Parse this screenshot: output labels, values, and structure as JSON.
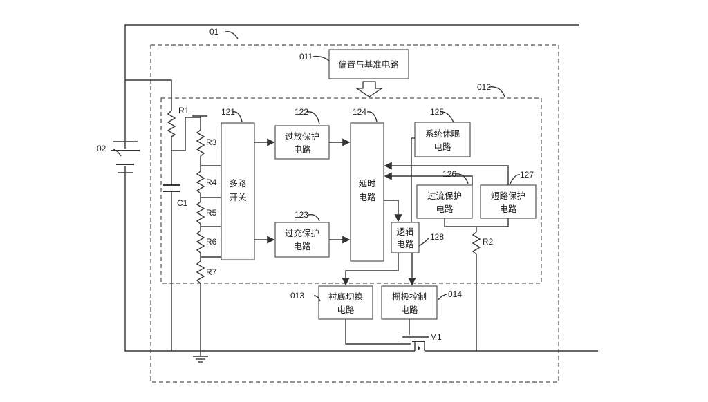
{
  "labels": {
    "block01": "01",
    "block012": "012",
    "battery": "02",
    "bias": "011",
    "c121": "121",
    "c122": "122",
    "c123": "123",
    "c124": "124",
    "c125": "125",
    "c126": "126",
    "c127": "127",
    "c128": "128",
    "c013": "013",
    "c014": "014",
    "r1": "R1",
    "r2": "R2",
    "r3": "R3",
    "r4": "R4",
    "r5": "R5",
    "r6": "R6",
    "r7": "R7",
    "c1": "C1",
    "m1": "M1"
  },
  "blocks": {
    "bias": "偏置与基准电路",
    "mux": [
      "多路",
      "开关"
    ],
    "over_discharge": [
      "过放保护",
      "电路"
    ],
    "over_charge": [
      "过充保护",
      "电路"
    ],
    "delay": [
      "延时",
      "电路"
    ],
    "sleep": [
      "系统休眠",
      "电路"
    ],
    "over_current": [
      "过流保护",
      "电路"
    ],
    "short_circuit": [
      "短路保护",
      "电路"
    ],
    "logic": [
      "逻辑",
      "电路"
    ],
    "substrate": [
      "衬底切换",
      "电路"
    ],
    "gate": [
      "栅极控制",
      "电路"
    ]
  }
}
